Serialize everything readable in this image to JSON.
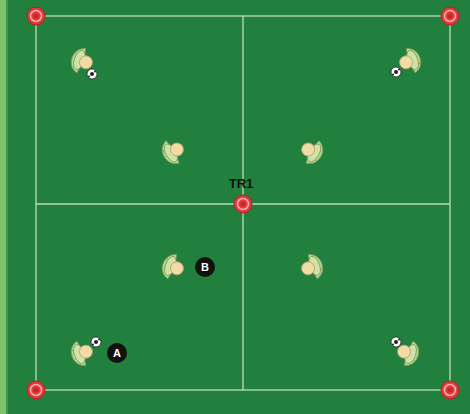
{
  "diagram": {
    "nodes": [
      {
        "text": [
          "B"
        ]
      },
      {
        "text": [
          "A"
        ]
      }
    ],
    "labels": [
      "TR1"
    ]
  }
}
